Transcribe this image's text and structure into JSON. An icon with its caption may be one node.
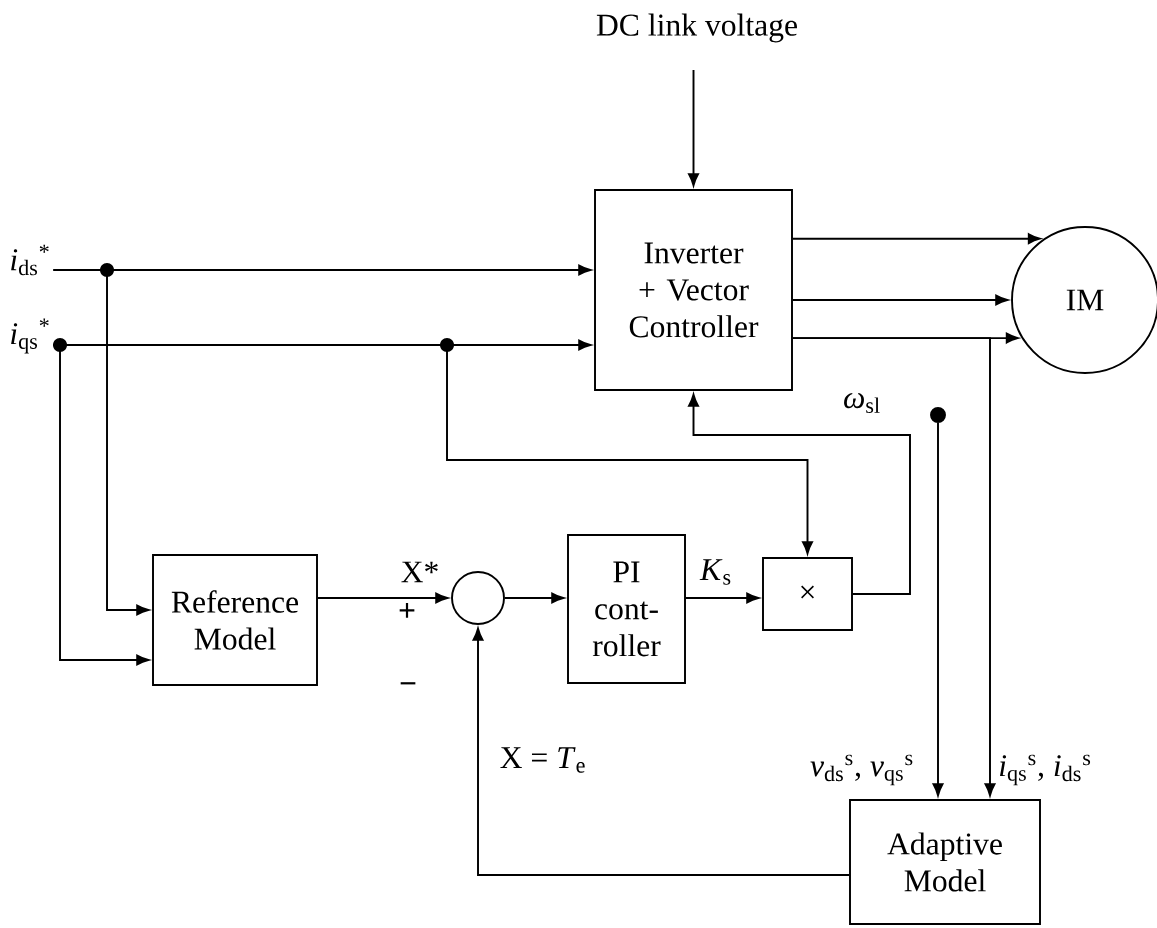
{
  "diagram": {
    "nodes": [
      {
        "text": [
          "DC link voltage"
        ]
      },
      {
        "text": [
          "Inverter + Vector Controller"
        ]
      },
      {
        "text": [
          "IM"
        ]
      },
      {
        "text": [
          "Reference Model"
        ]
      },
      {
        "text": [],
        "shape": "circle"
      },
      {
        "text": [
          "PI cont- roller"
        ]
      },
      {
        "text": [
          "×"
        ]
      },
      {
        "text": [
          "Adaptive Model"
        ]
      },
      {
        "text": [],
        "shape": "dot"
      },
      {
        "text": [
          "*i*$_{ds}$$^{*}$"
        ]
      },
      {
        "text": [
          "*i*$_{qs}$$^{*}$"
        ]
      }
    ],
    "edges": [
      {
        "from": 0,
        "to": 1,
        "arrow": "to"
      },
      {
        "from": 9,
        "to": 1,
        "arrow": "to"
      },
      {
        "from": 9,
        "to": 3,
        "arrow": "to"
      },
      {
        "from": 10,
        "to": 1,
        "arrow": "to"
      },
      {
        "from": 10,
        "to": 3,
        "arrow": "to"
      },
      {
        "from": 10,
        "to": 6,
        "arrow": "to"
      },
      {
        "from": 1,
        "to": 2,
        "arrow": "to"
      },
      {
        "from": 1,
        "to": 2,
        "arrow": "to"
      },
      {
        "from": 1,
        "to": 2,
        "arrow": "to"
      },
      {
        "from": 3,
        "to": 4,
        "arrow": "to",
        "label": "X*"
      },
      {
        "from": 4,
        "to": 5,
        "arrow": "to"
      },
      {
        "from": 5,
        "to": 6,
        "arrow": "to",
        "label": "*K*$_{s}$"
      },
      {
        "from": 6,
        "to": 1,
        "arrow": "to",
        "label": "*ω*$_{sl}$"
      },
      {
        "from": 8,
        "to": 7,
        "arrow": "to",
        "label": "*v*$_{ds}$$^{s}$, *v*$_{qs}$$^{s}$"
      },
      {
        "from": 1,
        "to": 7,
        "arrow": "to",
        "label": "*i*$_{qs}$$^{s}$, *i*$_{ds}$$^{s}$"
      },
      {
        "from": 7,
        "to": 4,
        "arrow": "to",
        "label": "X = *T*$_{e}$"
      }
    ],
    "labels": [
      "+",
      "−"
    ]
  }
}
